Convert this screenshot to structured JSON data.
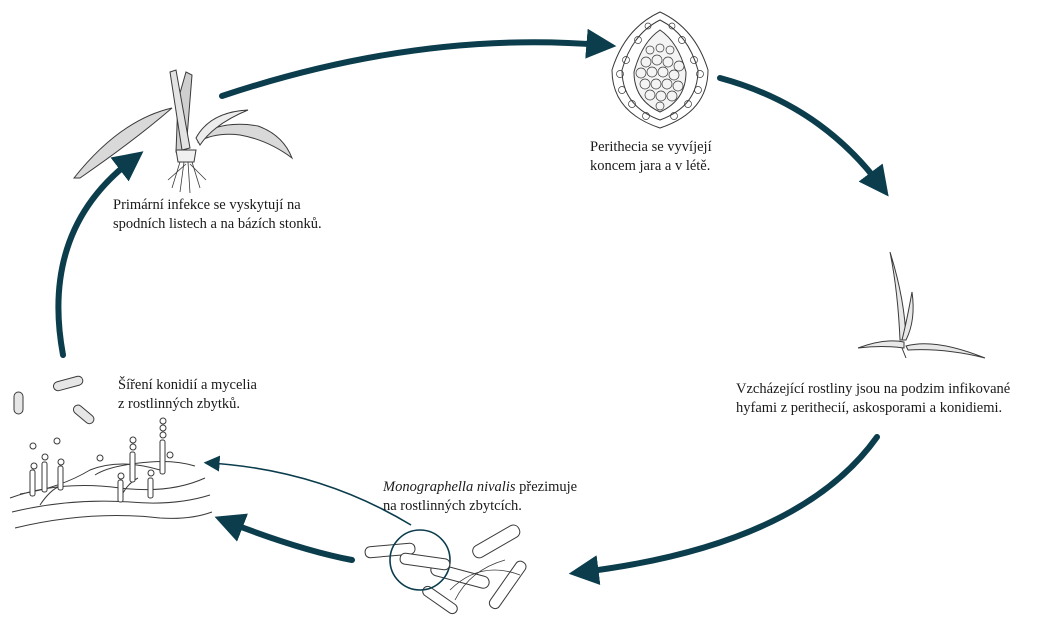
{
  "colors": {
    "arrow": "#0b3d4d",
    "outline": "#3a3a3a",
    "leaf_fill": "#d9d9d9"
  },
  "labels": {
    "primary_infection": {
      "line1": "Primární infekce se vyskytují na",
      "line2": "spodních listech a na bázích stonků."
    },
    "perithecia": {
      "line1": "Perithecia se vyvíjejí",
      "line2": "koncem jara a v létě."
    },
    "emerging_plants": {
      "line1": "Vzcházející rostliny jsou na podzim infikované",
      "line2": "hyfami z perithecií, askosporami a konidiemi."
    },
    "overwintering": {
      "species": "Monographella nivalis",
      "line1_rest": " přezimuje",
      "line2": "na rostlinných zbytcích."
    },
    "spread": {
      "line1": "Šíření konidií a mycelia",
      "line2": "z rostlinných zbytků."
    }
  },
  "icons": [
    "infected-plant-base-icon",
    "perithecium-icon",
    "seedling-icon",
    "plant-debris-icon",
    "mycelium-conidia-icon"
  ]
}
